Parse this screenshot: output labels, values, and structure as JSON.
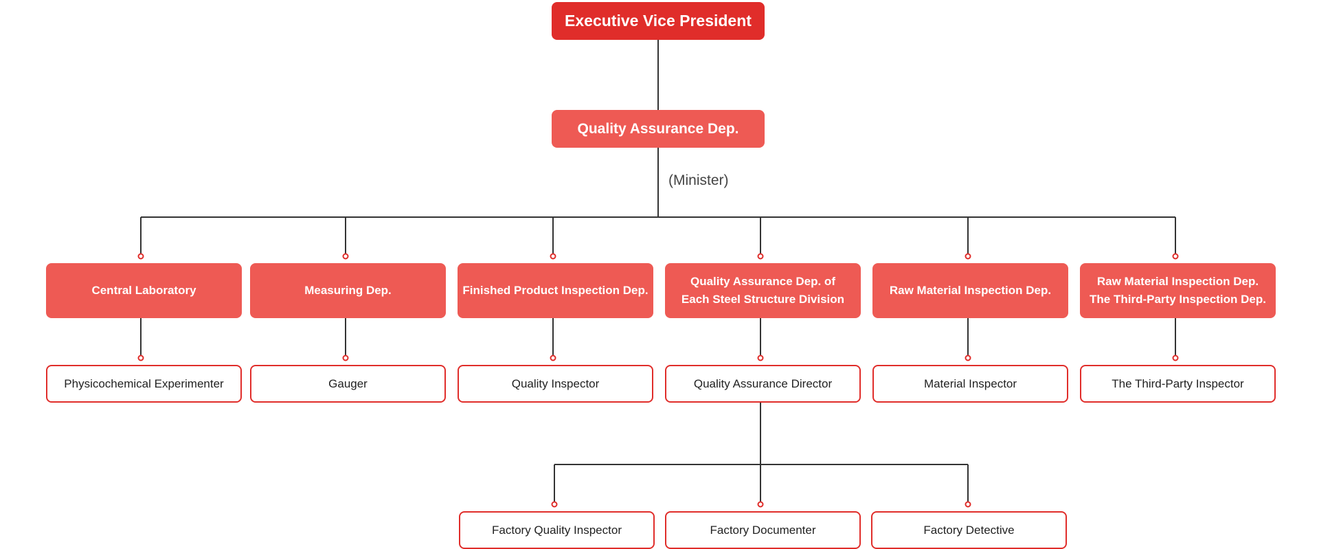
{
  "top": "Executive Vice President",
  "qa_dep": "Quality Assurance Dep.",
  "qa_note": "(Minister)",
  "departments": [
    {
      "line1": "Central Laboratory",
      "line2": "",
      "role": "Physicochemical Experimenter"
    },
    {
      "line1": "Measuring Dep.",
      "line2": "",
      "role": "Gauger"
    },
    {
      "line1": "Finished Product Inspection Dep.",
      "line2": "",
      "role": "Quality Inspector"
    },
    {
      "line1": "Quality Assurance Dep. of",
      "line2": "Each Steel Structure Division",
      "role": "Quality Assurance Director"
    },
    {
      "line1": "Raw Material Inspection Dep.",
      "line2": "",
      "role": "Material Inspector"
    },
    {
      "line1": "Raw Material Inspection Dep.",
      "line2": "The Third-Party Inspection Dep.",
      "role": "The Third-Party Inspector"
    }
  ],
  "sub_roles": [
    "Factory Quality Inspector",
    "Factory Documenter",
    "Factory Detective"
  ],
  "colors": {
    "primary": "#e02d2a",
    "secondary": "#ee5a54",
    "line": "#333333"
  }
}
